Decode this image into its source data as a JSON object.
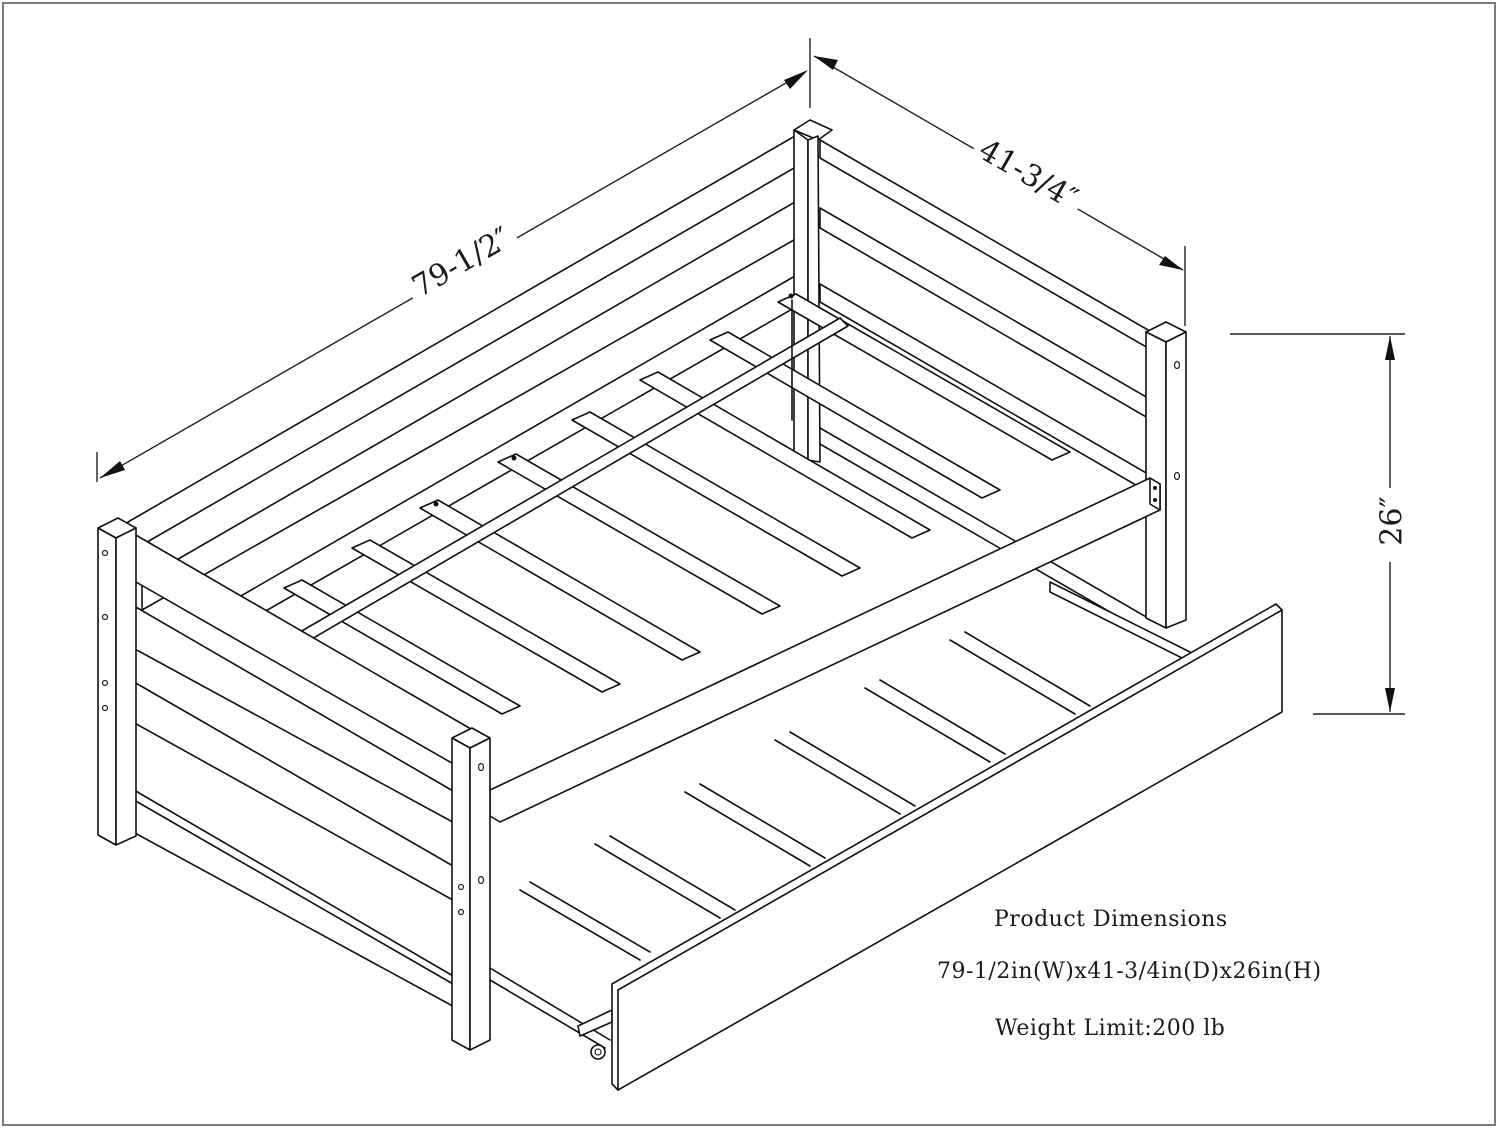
{
  "diagram": {
    "subject": "Daybed with trundle — isometric line drawing",
    "dimensions": {
      "width_label": "79-1/2″",
      "depth_label": "41-3/4″",
      "height_label": "26″"
    },
    "info_block": {
      "title": "Product Dimensions",
      "dimensions_line": "79-1/2in(W)x41-3/4in(D)x26in(H)",
      "weight_limit": "Weight Limit:200 lb"
    },
    "colors": {
      "line": "#111111",
      "background": "#ffffff",
      "border": "#7a7a7a"
    }
  }
}
